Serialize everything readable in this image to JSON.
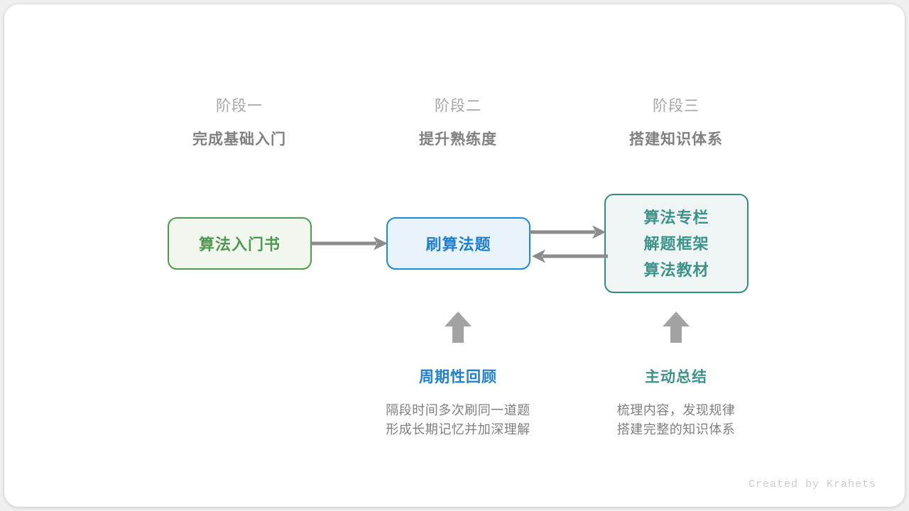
{
  "canvas": {
    "background": "#f0f0f0",
    "card_background": "#ffffff"
  },
  "stages": [
    {
      "sub_label": "阶段一",
      "main_label": "完成基础入门"
    },
    {
      "sub_label": "阶段二",
      "main_label": "提升熟练度"
    },
    {
      "sub_label": "阶段三",
      "main_label": "搭建知识体系"
    }
  ],
  "nodes": {
    "book": {
      "label": "算法入门书",
      "border_color": "#4f9a50",
      "fill_color": "#f1f7ef",
      "text_color": "#4f9a50"
    },
    "practice": {
      "label": "刷算法题",
      "border_color": "#1f87d8",
      "fill_color": "#e8f3fc",
      "text_color": "#2080cf"
    },
    "resources": {
      "lines": [
        "算法专栏",
        "解题框架",
        "算法教材"
      ],
      "border_color": "#368a84",
      "fill_color": "#eef5f4",
      "text_color": "#3d938b"
    }
  },
  "connectors": {
    "arrow_color": "#8c8c8c",
    "book_to_practice": "arrow-right-icon",
    "practice_to_resources": "arrow-right-icon",
    "resources_to_practice": "arrow-left-icon"
  },
  "annotations": [
    {
      "icon": "arrow-up-icon",
      "title": "周期性回顾",
      "title_color": "#2080cf",
      "desc_lines": [
        "隔段时间多次刷同一道题",
        "形成长期记忆并加深理解"
      ]
    },
    {
      "icon": "arrow-up-icon",
      "title": "主动总结",
      "title_color": "#3d938b",
      "desc_lines": [
        "梳理内容，发现规律",
        "搭建完整的知识体系"
      ]
    }
  ],
  "footer": {
    "credit": "Created by Krahets"
  }
}
